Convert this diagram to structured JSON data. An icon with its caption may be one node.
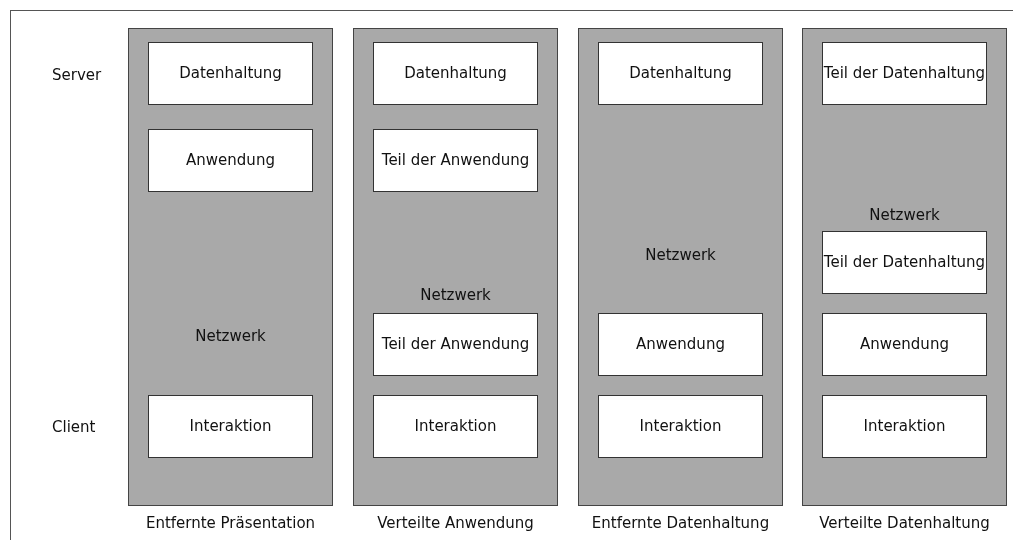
{
  "diagram": {
    "nodes": [
      {
        "text": [
          "Netzwerk"
        ],
        "beside": [
          "Entfernte Präsentation"
        ]
      },
      {
        "text": [
          "Datenhaltung"
        ],
        "in": 0
      },
      {
        "text": [
          "Anwendung"
        ],
        "in": 0
      },
      {
        "text": [
          "Interaktion"
        ],
        "in": 0
      },
      {
        "text": [
          "Netzwerk"
        ],
        "beside": [
          "Verteilte Anwendung"
        ]
      },
      {
        "text": [
          "Datenhaltung"
        ],
        "in": 4
      },
      {
        "text": [
          "Teil der Anwendung"
        ],
        "in": 4
      },
      {
        "text": [
          "Teil der Anwendung"
        ],
        "in": 4
      },
      {
        "text": [
          "Interaktion"
        ],
        "in": 4
      },
      {
        "text": [
          "Netzwerk"
        ],
        "beside": [
          "Entfernte Datenhaltung"
        ]
      },
      {
        "text": [
          "Datenhaltung"
        ],
        "in": 9
      },
      {
        "text": [
          "Anwendung"
        ],
        "in": 9
      },
      {
        "text": [
          "Interaktion"
        ],
        "in": 9
      },
      {
        "text": [
          "Netzwerk"
        ],
        "beside": [
          "Verteilte Datenhaltung"
        ]
      },
      {
        "text": [
          "Teil der Datenhaltung"
        ],
        "in": 13
      },
      {
        "text": [
          "Teil der Datenhaltung"
        ],
        "in": 13
      },
      {
        "text": [
          "Anwendung"
        ],
        "in": 13
      },
      {
        "text": [
          "Interaktion"
        ],
        "in": 13
      }
    ],
    "edges": [],
    "labels": [
      "Server",
      "Client"
    ]
  }
}
